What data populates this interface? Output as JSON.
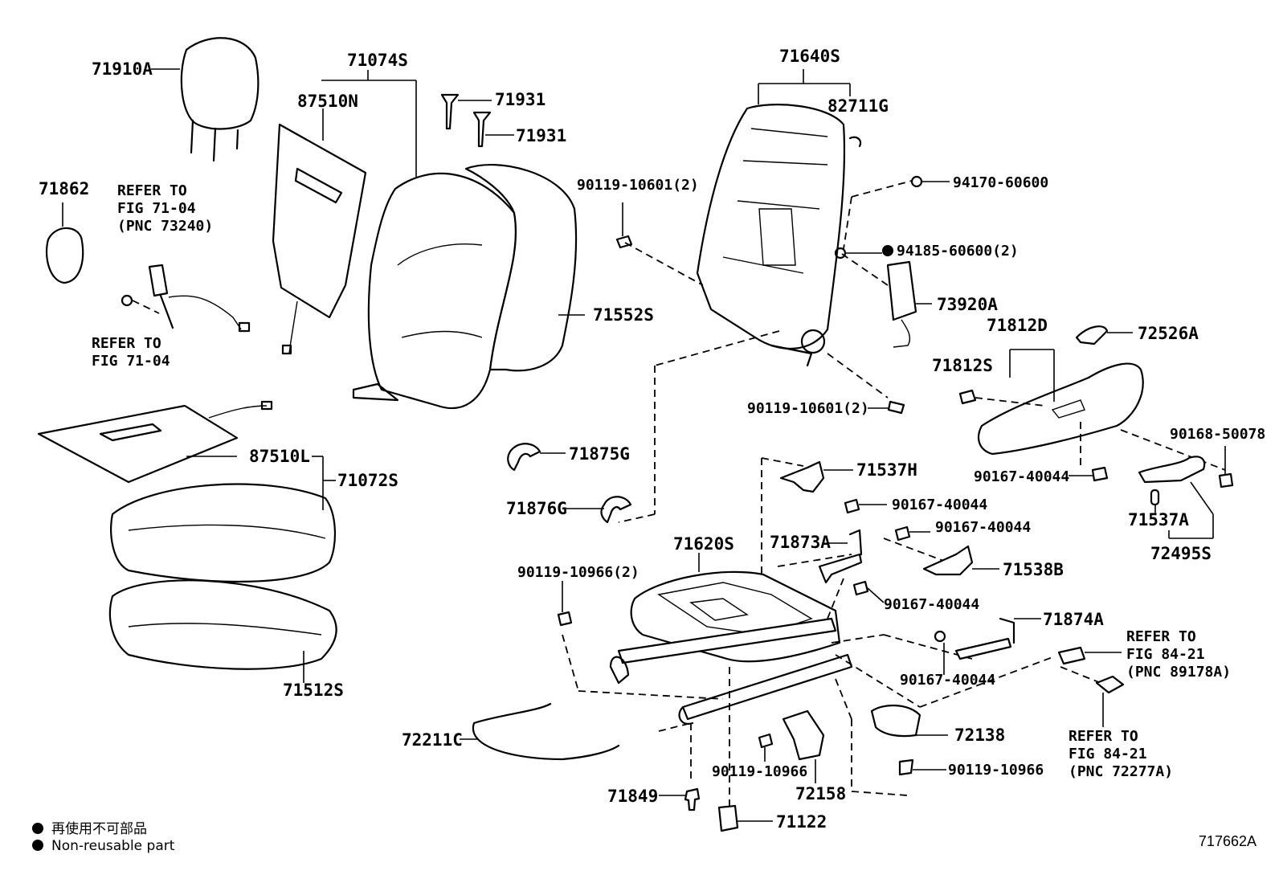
{
  "labels": {
    "p71910A": "71910A",
    "p71074S": "71074S",
    "p87510N": "87510N",
    "p71931a": "71931",
    "p71931b": "71931",
    "p71640S": "71640S",
    "p82711G": "82711G",
    "p94170": "94170-60600",
    "p90119_10601a": "90119-10601(2)",
    "p94185": "94185-60600(2)",
    "p73920A": "73920A",
    "p71862": "71862",
    "p71552S": "71552S",
    "p71812D": "71812D",
    "p72526A": "72526A",
    "p71812S": "71812S",
    "p90119_10601b": "90119-10601(2)",
    "p90168": "90168-50078",
    "p87510L": "87510L",
    "p71072S": "71072S",
    "p71875G": "71875G",
    "p71537H": "71537H",
    "p90167a": "90167-40044",
    "p90167_r": "90167-40044",
    "p71876G": "71876G",
    "p90167b": "90167-40044",
    "p71537A": "71537A",
    "p71620S": "71620S",
    "p71873A": "71873A",
    "p71538B": "71538B",
    "p72495": "72495S",
    "p90119_10966a": "90119-10966(2)",
    "p90167c": "90167-40044",
    "p71874A": "71874A",
    "p71512S": "71512S",
    "p90167d": "90167-40044",
    "p72211C": "72211C",
    "p72138": "72138",
    "p90119_10966b": "90119-10966",
    "p90119_10966c": "90119-10966",
    "p71849": "71849",
    "p72158": "72158",
    "p71122": "71122"
  },
  "references": {
    "r1": [
      "REFER TO",
      "FIG 71-04",
      "(PNC 73240)"
    ],
    "r2": [
      "REFER TO",
      "FIG 71-04"
    ],
    "r3": [
      "REFER TO",
      "FIG 84-21",
      "(PNC 89178A)"
    ],
    "r4": [
      "REFER TO",
      "FIG 84-21",
      "(PNC 72277A)"
    ]
  },
  "legend": {
    "line_jp": "再使用不可部品",
    "line_en": "Non-reusable part"
  },
  "figure_code": "717662A"
}
